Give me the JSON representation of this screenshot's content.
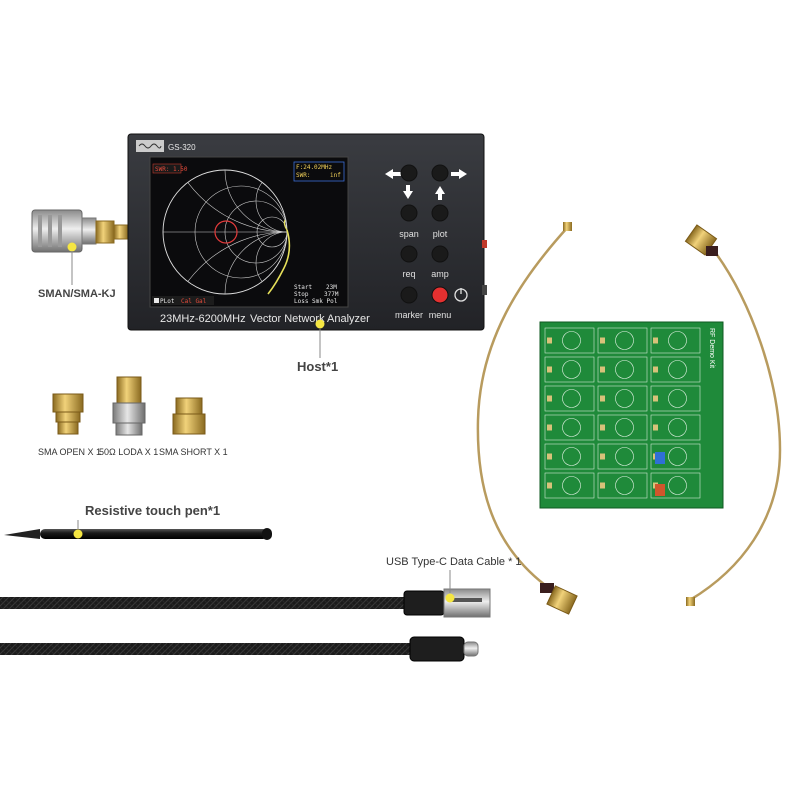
{
  "device": {
    "model": "GS-320",
    "freq_range": "23MHz-6200MHz",
    "name": "Vector Network Analyzer",
    "buttons": {
      "span": "span",
      "plot": "plot",
      "req": "req",
      "amp": "amp",
      "marker": "marker",
      "menu": "menu"
    },
    "screen": {
      "swr_badge": "SWR: 1.50",
      "marker_freq": "F:24.02MHz",
      "marker_swr_label": "SWR:",
      "marker_swr_value": "inf",
      "start_label": "Start",
      "start_value": "23M",
      "stop_label": "Stop",
      "stop_value": "377M",
      "footer_left": "PLot",
      "footer_mid": "Cal  Gal",
      "footer_right": "Loss Smk Pol"
    }
  },
  "labels": {
    "connector": "SMAN/SMA-KJ",
    "host": "Host*1",
    "sma_open": "SMA OPEN X 1",
    "load": "50Ω LODA X 1",
    "sma_short": "SMA SHORT X 1",
    "pen": "Resistive touch pen*1",
    "usb_cable": "USB Type-C Data Cable * 1"
  },
  "pcb": {
    "title": "RF Demo Kit"
  },
  "colors": {
    "device_body": "#2b2d31",
    "screen_bg": "#0b0b0d",
    "marker_dot": "#f5e642",
    "pcb_green": "#1f8a3a",
    "gold": "#c9a043",
    "menu_button": "#e53030"
  }
}
